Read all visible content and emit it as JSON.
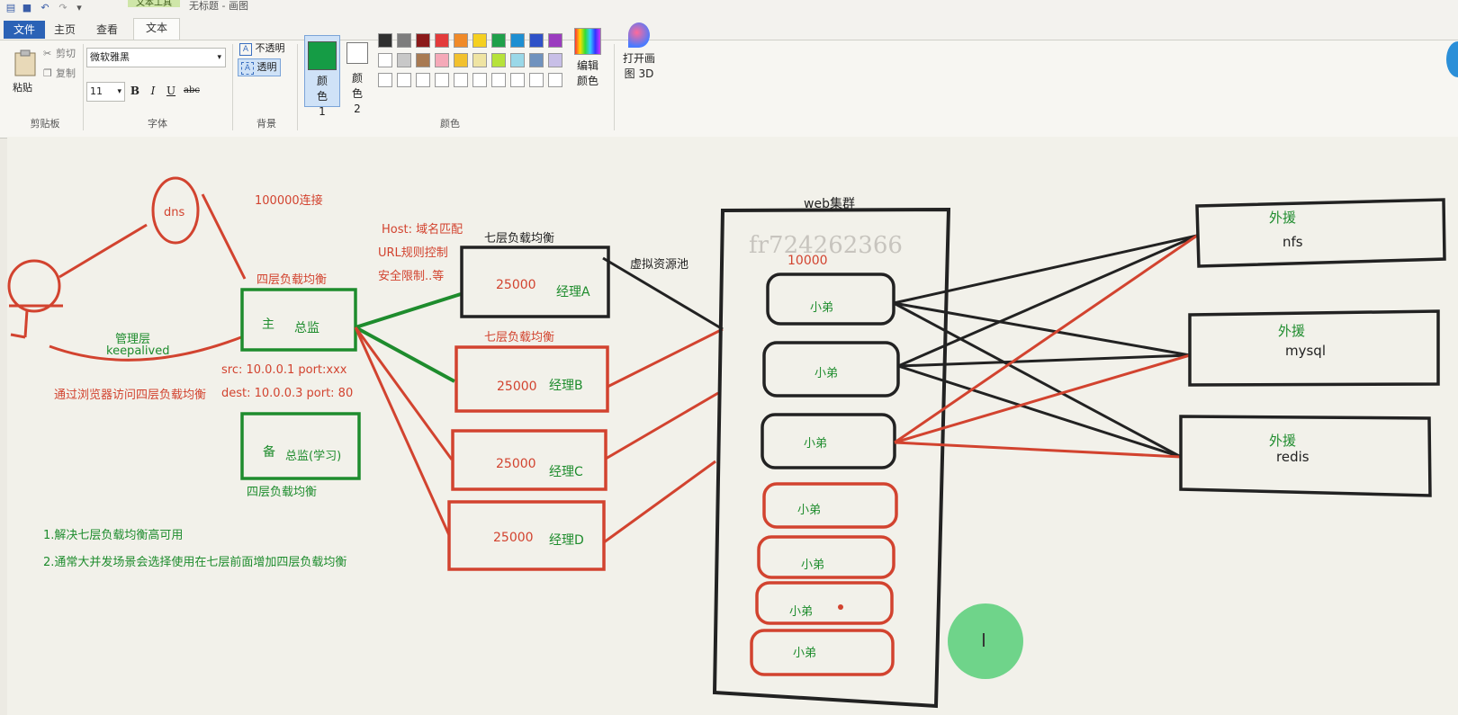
{
  "window": {
    "context_tab_group": "文本工具",
    "doc_title": "无标题 - 画图"
  },
  "tabs": {
    "file": "文件",
    "home": "主页",
    "view": "查看",
    "text": "文本"
  },
  "clipboard": {
    "paste": "粘贴",
    "cut": "剪切",
    "copy": "复制",
    "label": "剪贴板"
  },
  "font": {
    "family": "微软雅黑",
    "size": "11",
    "bold": "B",
    "italic": "I",
    "underline": "U",
    "strike": "abc",
    "label": "字体"
  },
  "background": {
    "opaque": "不透明",
    "transparent": "透明",
    "label": "背景"
  },
  "colors": {
    "color1": "颜色 1",
    "color2": "颜色 2",
    "label": "颜色",
    "edit": "编辑颜色",
    "paint3d": "打开画图 3D",
    "color1_value": "#159c45",
    "color2_value": "#ffffff",
    "row1": [
      "#303030",
      "#7d7d7d",
      "#8b1a1a",
      "#e33b3b",
      "#f08a28",
      "#f5d020",
      "#1fa04a",
      "#1e8fd2",
      "#2f52c8",
      "#9b3cbf"
    ],
    "row2": [
      "#ffffff",
      "#c8c8c8",
      "#a87a52",
      "#f5a9b8",
      "#f2c12e",
      "#efe4a3",
      "#b6e23a",
      "#9ad8e8",
      "#7092be",
      "#c8bfe7"
    ],
    "row3": [
      "#ffffff",
      "#ffffff",
      "#ffffff",
      "#ffffff",
      "#ffffff",
      "#ffffff",
      "#ffffff",
      "#ffffff",
      "#ffffff",
      "#ffffff"
    ]
  },
  "diagram": {
    "dns": "dns",
    "conn": "100000连接",
    "l4_top": "四层负载均衡",
    "master": "主",
    "director": "总监",
    "mgmt": "管理层",
    "keepalived": "keepalived",
    "browser_note": "通过浏览器访问四层负载均衡",
    "src": "src: 10.0.0.1   port:xxx",
    "dest": "dest: 10.0.0.3  port: 80",
    "backup": "备",
    "director_learn": "总监(学习)",
    "l4_bottom": "四层负载均衡",
    "note1": "1.解决七层负载均衡高可用",
    "note2": "2.通常大并发场景会选择使用在七层前面增加四层负载均衡",
    "host": "Host: 域名匹配",
    "url": "URL规则控制",
    "security": "安全限制..等",
    "l7_a": "七层负载均衡",
    "l7_b": "七层负载均衡",
    "val": "25000",
    "mgr_a": "经理A",
    "mgr_b": "经理B",
    "mgr_c": "经理C",
    "mgr_d": "经理D",
    "pool": "虚拟资源池",
    "web": "web集群",
    "web_count": "10000",
    "watermark": "fr724262366",
    "worker": "小弟",
    "ext": "外援",
    "nfs": "nfs",
    "mysql": "mysql",
    "redis": "redis"
  }
}
